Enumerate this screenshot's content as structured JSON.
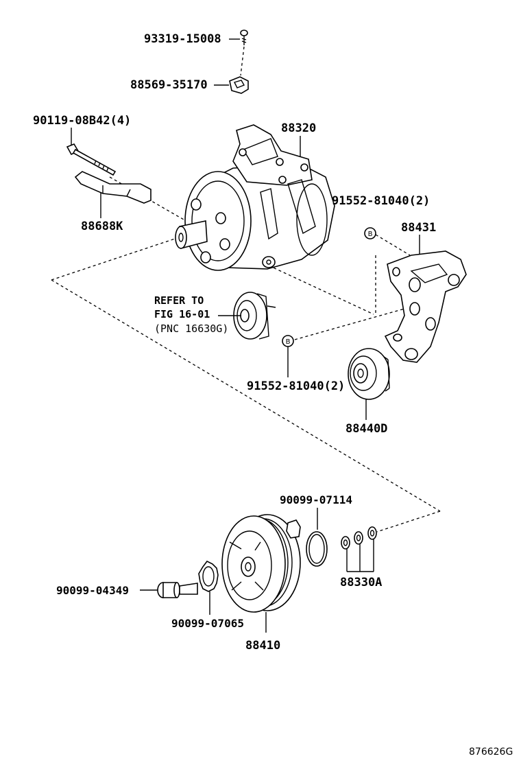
{
  "parts": {
    "screw_top": "93319-15008",
    "bracket_clip": "88569-35170",
    "bolt": "90119-08B42(4)",
    "compressor": "88320",
    "stay": "88688K",
    "bolt_b_top": "91552-81040(2)",
    "bracket": "88431",
    "bolt_b_bottom": "91552-81040(2)",
    "idler_pulley": "88440D",
    "snap_ring": "90099-07114",
    "shims": "88330A",
    "clutch_bolt": "90099-04349",
    "washer": "90099-07065",
    "clutch_pulley": "88410"
  },
  "reference": {
    "line1": "REFER TO",
    "line2": "FIG 16-01",
    "line3": "(PNC 16630G)"
  },
  "bolt_marker": "B",
  "figure_code": "876626G"
}
